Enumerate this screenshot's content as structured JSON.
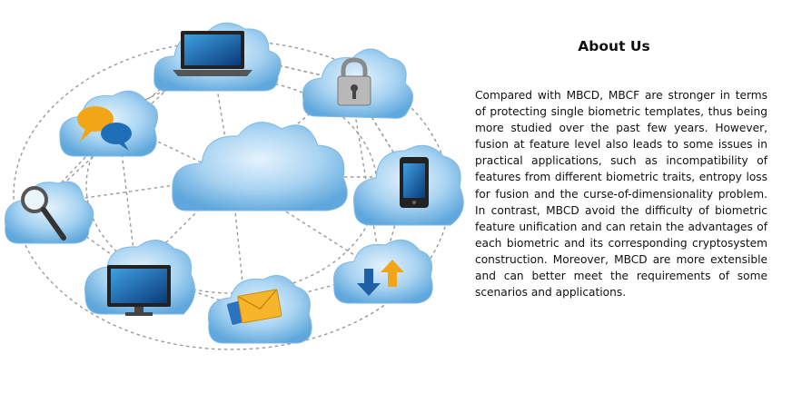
{
  "about": {
    "title": "About Us",
    "body": "Compared with MBCD, MBCF are stronger in terms of protecting single biometric templates, thus being more studied over the past few years. However, fusion at feature level also leads to some issues in practical applications, such as incompatibility of features from different biometric traits, entropy loss for fusion and the curse-of-dimensionality problem. In contrast, MBCD avoid the difficulty of biometric feature unification and can retain the advantages of each biometric and its corresponding cryptosystem construction. Moreover, MBCD are more extensible and can better meet the requirements of some scenarios and applications."
  },
  "illustration": {
    "central": "cloud",
    "satellites": [
      "laptop-icon",
      "padlock-icon",
      "smartphone-icon",
      "upload-download-arrows-icon",
      "email-envelope-icon",
      "monitor-icon",
      "magnifier-icon",
      "chat-bubbles-icon"
    ]
  },
  "colors": {
    "cloud_light": "#e6f3fd",
    "cloud_mid": "#a9d4f2",
    "cloud_dark": "#5fa7dc",
    "dashed_line": "#9a9a9a",
    "text": "#111111"
  }
}
